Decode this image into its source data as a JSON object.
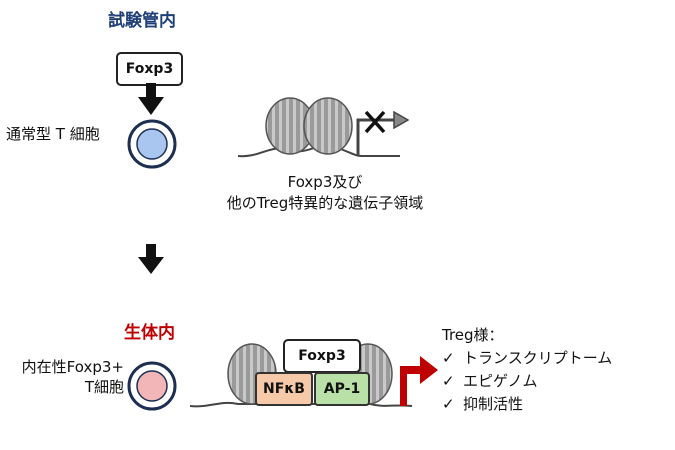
{
  "in_vitro": {
    "header": "試験管内",
    "foxp3_label": "Foxp3",
    "cell_label": "通常型 T 細胞",
    "caption_line1": "Foxp3及び",
    "caption_line2": "他のTreg特異的な遺伝子領域"
  },
  "in_vivo": {
    "header": "生体内",
    "cell_label_line1": "内在性Foxp3+",
    "cell_label_line2": "T細胞",
    "foxp3_label": "Foxp3",
    "nfkb_label": "NFκB",
    "ap1_label": "AP-1",
    "treg_title": "Treg様：",
    "treg_items": [
      "トランスクリプトーム",
      "エピゲノム",
      "抑制活性"
    ]
  },
  "colors": {
    "vitro_header": "#1f3f78",
    "vivo_header": "#c00000",
    "conventional_cell": "#a8c6ef",
    "endogenous_cell": "#f3b6b8",
    "nfkb_fill": "#f6c9a8",
    "ap1_fill": "#b9e0a6",
    "active_arrow": "#c00000"
  },
  "icons": {
    "down_arrow": "down-arrow-icon",
    "blocked_promoter": "x-mark-icon",
    "active_promoter": "transcription-arrow-icon",
    "check": "check-icon"
  }
}
